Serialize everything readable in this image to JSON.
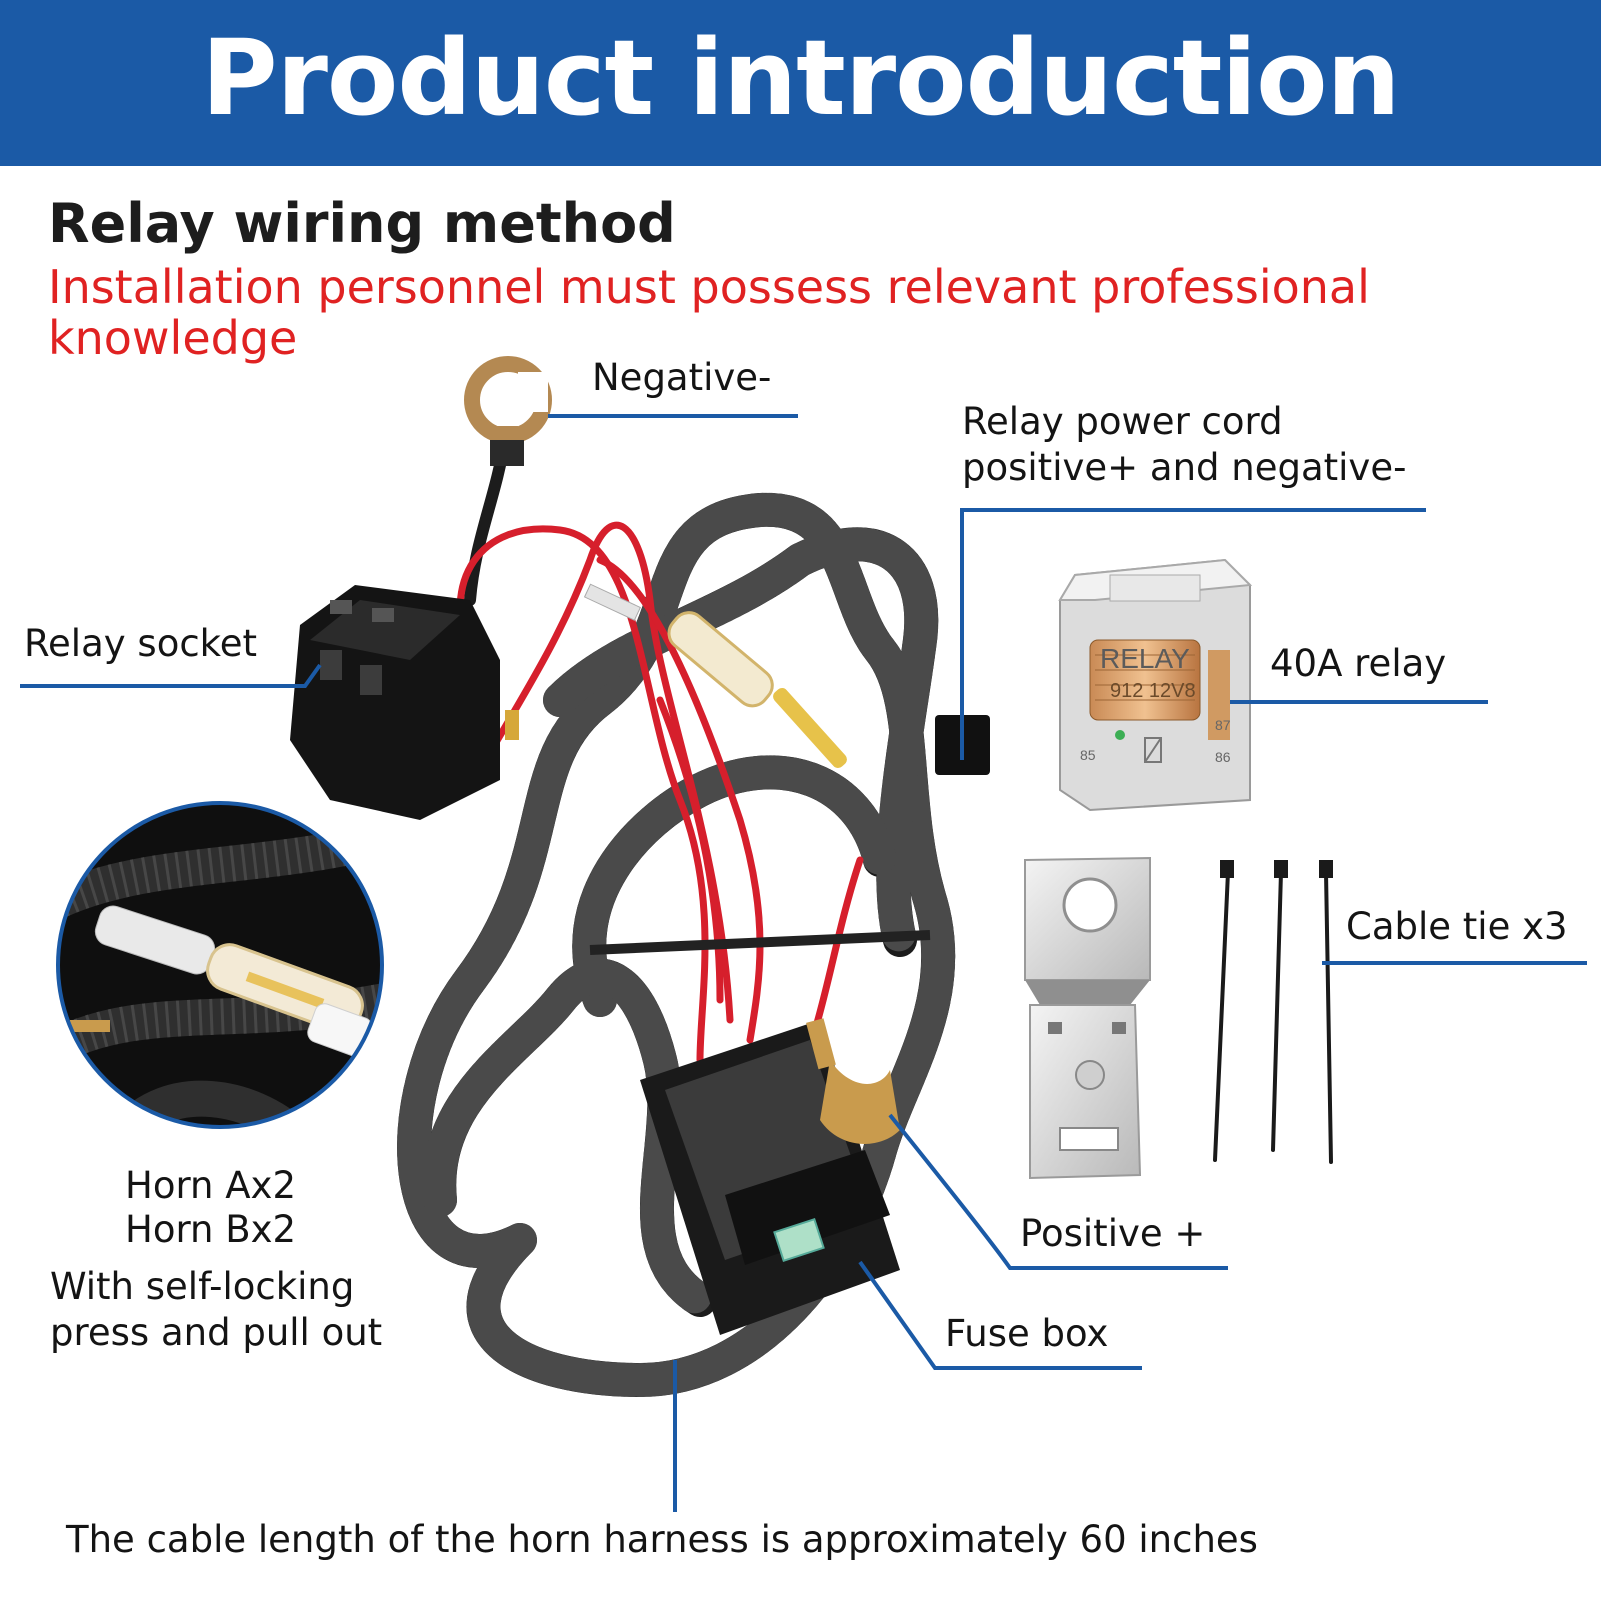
{
  "header": {
    "title": "Product introduction",
    "bg_color": "#1b5aa6"
  },
  "section": {
    "heading": "Relay wiring method",
    "warning": "Installation personnel must possess relevant professional knowledge",
    "warning_color": "#e02222"
  },
  "callouts": {
    "negative": "Negative-",
    "relay_power_line1": "Relay power cord",
    "relay_power_line2": "positive+ and negative-",
    "relay_socket": "Relay socket",
    "relay_40a": "40A relay",
    "cable_tie": "Cable tie x3",
    "horn_a": "Horn Ax2",
    "horn_b": "Horn Bx2",
    "self_lock_line1": "With self-locking",
    "self_lock_line2": "press and pull out",
    "positive": "Positive +",
    "fuse_box": "Fuse box"
  },
  "relay_print": {
    "brand": "RELAY",
    "model": "912 12V8",
    "pin85": "85",
    "pin86": "86",
    "pin87": "87"
  },
  "footer": {
    "cable_length": "The cable length of the horn harness is approximately 60 inches"
  },
  "colors": {
    "leader_line": "#1b5aa6",
    "cable": "#1c1c1c",
    "wire_red": "#d61f2c"
  }
}
